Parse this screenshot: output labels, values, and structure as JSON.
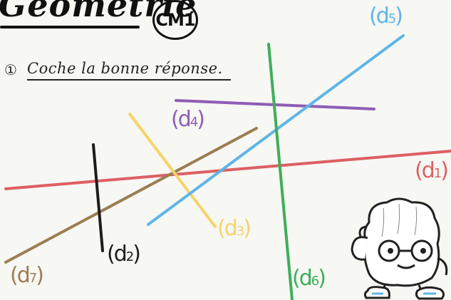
{
  "header": {
    "title": "Géométrie",
    "level": "CM1"
  },
  "instruction": {
    "number": "①",
    "text": "Coche la bonne réponse."
  },
  "lines": [
    {
      "id": "d1",
      "label_open": "(d",
      "label_index": "1",
      "label_close": ")",
      "color": "#dd5f63"
    },
    {
      "id": "d2",
      "label_open": "(d",
      "label_index": "2",
      "label_close": ")",
      "color": "#1c1c1c"
    },
    {
      "id": "d3",
      "label_open": "(d",
      "label_index": "3",
      "label_close": ")",
      "color": "#f3d56a"
    },
    {
      "id": "d4",
      "label_open": "(d",
      "label_index": "4",
      "label_close": ")",
      "color": "#8e5db5"
    },
    {
      "id": "d5",
      "label_open": "(d",
      "label_index": "5",
      "label_close": ")",
      "color": "#5fb6e6"
    },
    {
      "id": "d6",
      "label_open": "(d",
      "label_index": "6",
      "label_close": ")",
      "color": "#3fae5a"
    },
    {
      "id": "d7",
      "label_open": "(d",
      "label_index": "7",
      "label_close": ")",
      "color": "#9c7d52"
    }
  ]
}
